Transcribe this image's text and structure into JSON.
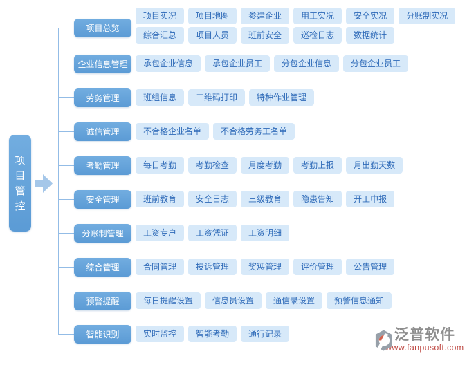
{
  "root": {
    "label": "项目管控"
  },
  "rows": [
    {
      "category": "项目总览",
      "lines": [
        [
          "项目实况",
          "项目地图",
          "参建企业",
          "用工实况",
          "安全实况",
          "分账制实况"
        ],
        [
          "综合汇总",
          "项目人员",
          "班前安全",
          "巡检日志",
          "数据统计"
        ]
      ]
    },
    {
      "category": "企业信息管理",
      "lines": [
        [
          "承包企业信息",
          "承包企业员工",
          "分包企业信息",
          "分包企业员工"
        ]
      ]
    },
    {
      "category": "劳务管理",
      "lines": [
        [
          "班组信息",
          "二维码打印",
          "特种作业管理"
        ]
      ]
    },
    {
      "category": "诚信管理",
      "lines": [
        [
          "不合格企业名单",
          "不合格劳务工名单"
        ]
      ]
    },
    {
      "category": "考勤管理",
      "lines": [
        [
          "每日考勤",
          "考勤检查",
          "月度考勤",
          "考勤上报",
          "月出勤天数"
        ]
      ]
    },
    {
      "category": "安全管理",
      "lines": [
        [
          "班前教育",
          "安全日志",
          "三级教育",
          "隐患告知",
          "开工申报"
        ]
      ]
    },
    {
      "category": "分账制管理",
      "lines": [
        [
          "工资专户",
          "工资凭证",
          "工资明细"
        ]
      ]
    },
    {
      "category": "综合管理",
      "lines": [
        [
          "合同管理",
          "投诉管理",
          "奖惩管理",
          "评价管理",
          "公告管理"
        ]
      ]
    },
    {
      "category": "预警提醒",
      "lines": [
        [
          "每日提醒设置",
          "信息员设置",
          "通信录设置",
          "预警信息通知"
        ]
      ]
    },
    {
      "category": "智能识别",
      "lines": [
        [
          "实时监控",
          "智能考勤",
          "通行记录"
        ]
      ]
    }
  ],
  "logo": {
    "name": "泛普软件",
    "url": "www.fanpusoft.com"
  },
  "colors": {
    "node-blue": "#5b9bd5",
    "node-blue-light": "#72ade0",
    "item-bg": "#d7e9f9",
    "item-text": "#2e6ab8",
    "line": "#93bce6",
    "arrow": "#a5c7e9",
    "logo-gray": "#97a0a9",
    "logo-red": "#bf4b45"
  }
}
